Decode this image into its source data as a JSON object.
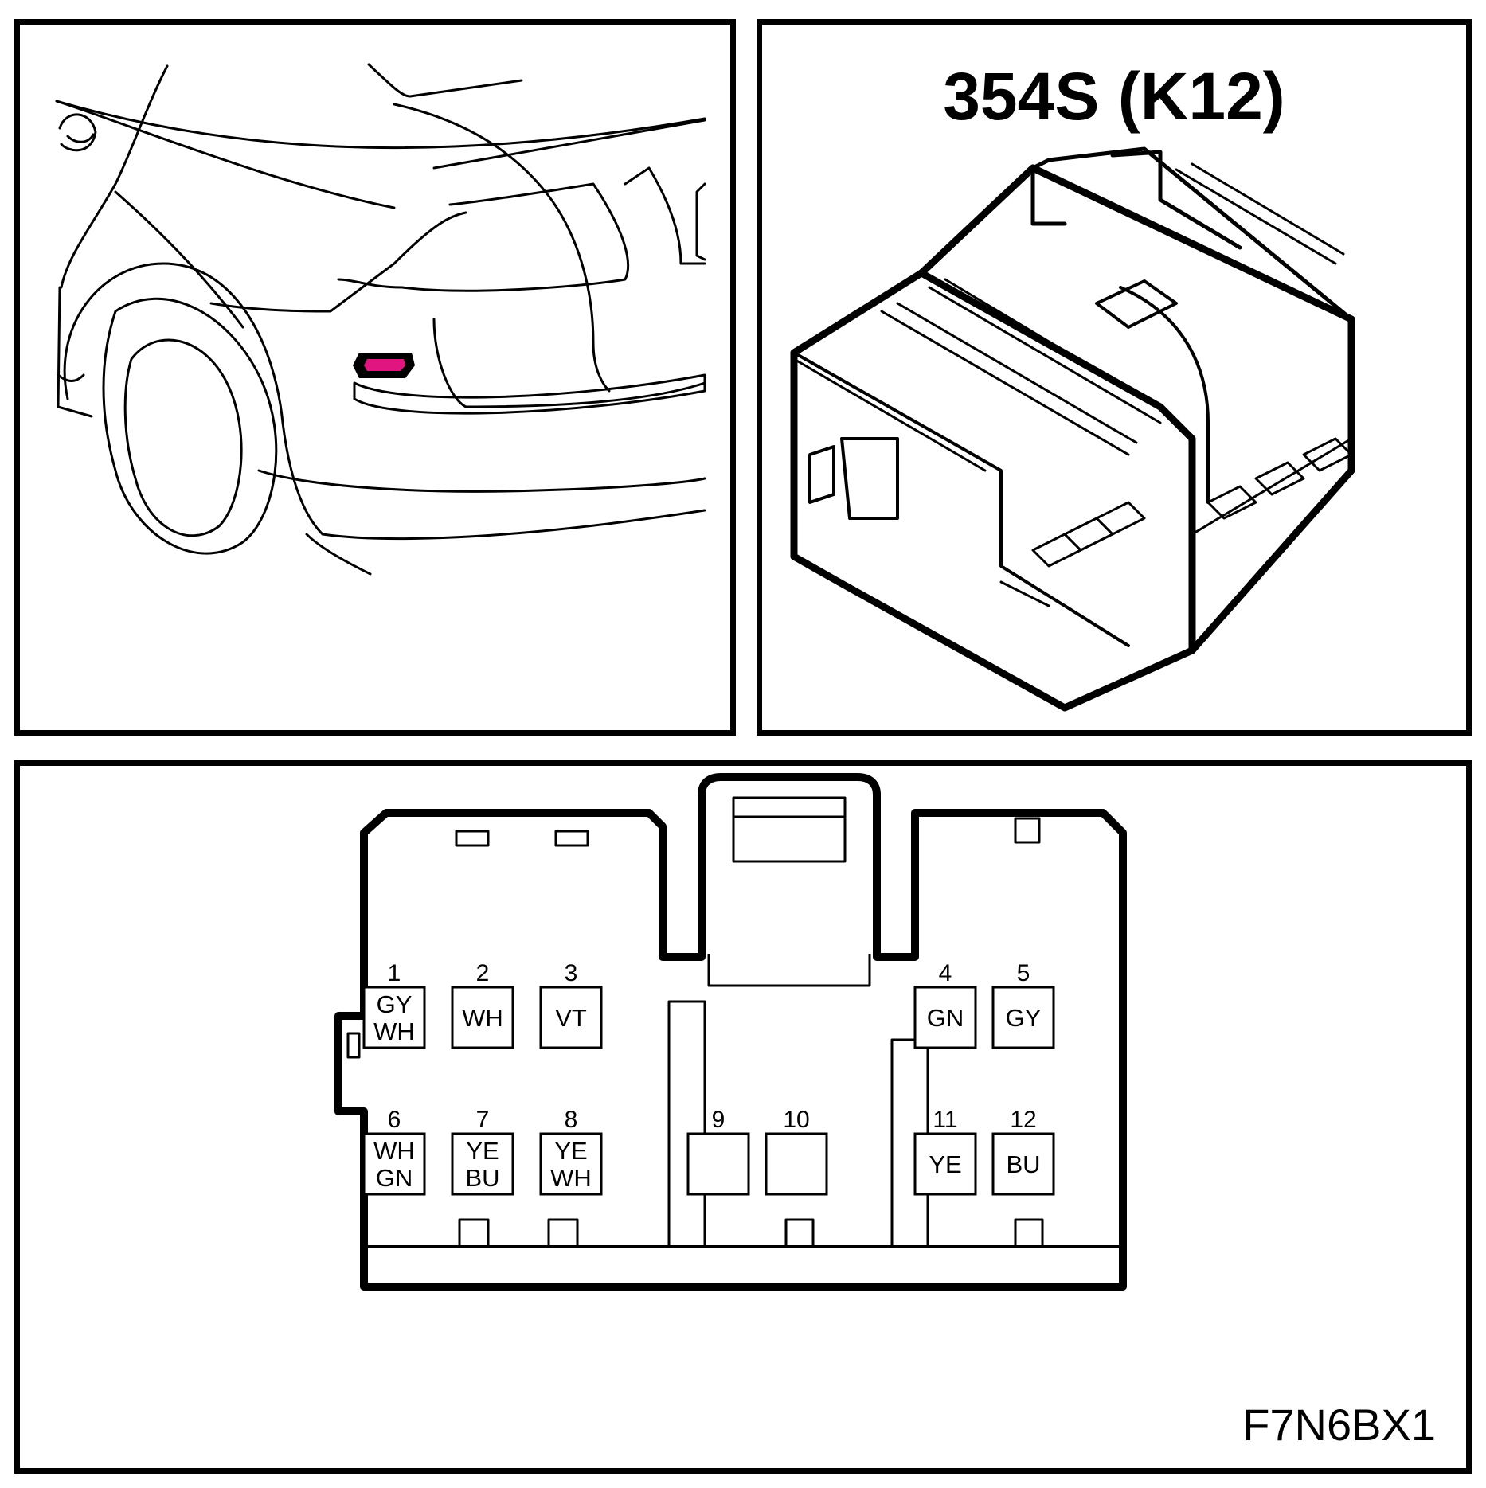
{
  "connector": {
    "title": "354S (K12)",
    "figure_code": "F7N6BX1",
    "location_marker_color": "#e0157f"
  },
  "pins": [
    {
      "number": "1",
      "wire": [
        "GY",
        "WH"
      ]
    },
    {
      "number": "2",
      "wire": [
        "WH"
      ]
    },
    {
      "number": "3",
      "wire": [
        "VT"
      ]
    },
    {
      "number": "4",
      "wire": [
        "GN"
      ]
    },
    {
      "number": "5",
      "wire": [
        "GY"
      ]
    },
    {
      "number": "6",
      "wire": [
        "WH",
        "GN"
      ]
    },
    {
      "number": "7",
      "wire": [
        "YE",
        "BU"
      ]
    },
    {
      "number": "8",
      "wire": [
        "YE",
        "WH"
      ]
    },
    {
      "number": "9",
      "wire": []
    },
    {
      "number": "10",
      "wire": []
    },
    {
      "number": "11",
      "wire": [
        "YE"
      ]
    },
    {
      "number": "12",
      "wire": [
        "BU"
      ]
    }
  ]
}
